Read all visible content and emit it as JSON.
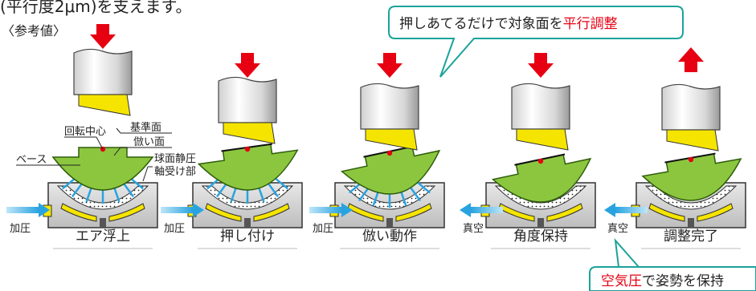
{
  "header": {
    "top_text": "(平行度2μm)を支えます。",
    "reference_value": "〈参考値〉"
  },
  "callouts": {
    "top": {
      "prefix": "押しあてるだけで対象面を",
      "highlight": "平行調整"
    },
    "bottom": {
      "highlight": "空気圧",
      "suffix": "で姿勢を保持"
    }
  },
  "part_labels": {
    "reference_surface": "基準面",
    "rotation_center": "回転中心",
    "follow_surface": "倣い面",
    "base": "ベース",
    "spherical_bearing": [
      "球面静圧",
      "軸受け部"
    ]
  },
  "stages": [
    {
      "label": "エア浮上",
      "direction": "down"
    },
    {
      "label": "押し付け",
      "direction": "down"
    },
    {
      "label": "倣い動作",
      "direction": "down"
    },
    {
      "label": "角度保持",
      "direction": "down"
    },
    {
      "label": "調整完了",
      "direction": "up"
    }
  ],
  "flow_labels": [
    "加圧",
    "加圧",
    "加圧",
    "真空",
    "真空"
  ],
  "colors": {
    "arrow_red": "#e60012",
    "highlight_red": "#e60012",
    "callout_border": "#1aa39a",
    "base_green": "#8cc63f",
    "base_green_dark": "#2e5d0b",
    "tool_yellow": "#f5e400",
    "flow_blue": "#29a3e0"
  }
}
